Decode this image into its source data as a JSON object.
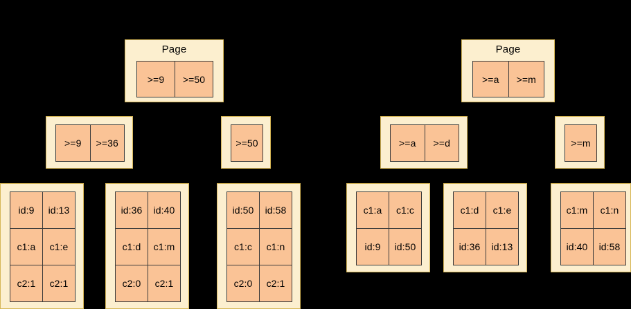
{
  "diagram": {
    "title_label": "Page",
    "background": "#000000",
    "node_fill": "#FCEFCF",
    "node_border": "#D6B656",
    "cell_fill": "#FAC396",
    "cell_border": "#3A3A3A",
    "edge_color": "#000000"
  },
  "trees": [
    {
      "name": "primary-index-tree",
      "root": {
        "id": "left-root",
        "title": "Page",
        "cells": [
          "&gt;=9",
          "&gt;=50"
        ]
      },
      "internal": [
        {
          "id": "left-inner-1",
          "cells": [
            "&gt;=9",
            "&gt;=36"
          ]
        },
        {
          "id": "left-inner-2",
          "cells": [
            "&gt;=50"
          ]
        }
      ],
      "leaves": [
        {
          "id": "left-leaf-1",
          "rows": [
            [
              "id:9",
              "id:13"
            ],
            [
              "c1:a",
              "c1:e"
            ],
            [
              "c2:1",
              "c2:1"
            ]
          ]
        },
        {
          "id": "left-leaf-2",
          "rows": [
            [
              "id:36",
              "id:40"
            ],
            [
              "c1:d",
              "c1:m"
            ],
            [
              "c2:0",
              "c2:1"
            ]
          ]
        },
        {
          "id": "left-leaf-3",
          "rows": [
            [
              "id:50",
              "id:58"
            ],
            [
              "c1:c",
              "c1:n"
            ],
            [
              "c2:0",
              "c2:1"
            ]
          ]
        }
      ]
    },
    {
      "name": "secondary-index-tree",
      "root": {
        "id": "right-root",
        "title": "Page",
        "cells": [
          "&gt;=a",
          "&gt;=m"
        ]
      },
      "internal": [
        {
          "id": "right-inner-1",
          "cells": [
            "&gt;=a",
            "&gt;=d"
          ]
        },
        {
          "id": "right-inner-2",
          "cells": [
            "&gt;=m"
          ]
        }
      ],
      "leaves": [
        {
          "id": "right-leaf-1",
          "rows": [
            [
              "c1:a",
              "c1:c"
            ],
            [
              "id:9",
              "id:50"
            ]
          ]
        },
        {
          "id": "right-leaf-2",
          "rows": [
            [
              "c1:d",
              "c1:e"
            ],
            [
              "id:36",
              "id:13"
            ]
          ]
        },
        {
          "id": "right-leaf-3",
          "rows": [
            [
              "c1:m",
              "c1:n"
            ],
            [
              "id:40",
              "id:58"
            ]
          ]
        }
      ]
    }
  ],
  "labels": {
    "left_root_title": "Page",
    "left_root_c0": ">=9",
    "left_root_c1": ">=50",
    "left_in1_c0": ">=9",
    "left_in1_c1": ">=36",
    "left_in2_c0": ">=50",
    "l1_r0c0": "id:9",
    "l1_r0c1": "id:13",
    "l1_r1c0": "c1:a",
    "l1_r1c1": "c1:e",
    "l1_r2c0": "c2:1",
    "l1_r2c1": "c2:1",
    "l2_r0c0": "id:36",
    "l2_r0c1": "id:40",
    "l2_r1c0": "c1:d",
    "l2_r1c1": "c1:m",
    "l2_r2c0": "c2:0",
    "l2_r2c1": "c2:1",
    "l3_r0c0": "id:50",
    "l3_r0c1": "id:58",
    "l3_r1c0": "c1:c",
    "l3_r1c1": "c1:n",
    "l3_r2c0": "c2:0",
    "l3_r2c1": "c2:1",
    "right_root_title": "Page",
    "right_root_c0": ">=a",
    "right_root_c1": ">=m",
    "right_in1_c0": ">=a",
    "right_in1_c1": ">=d",
    "right_in2_c0": ">=m",
    "r1_r0c0": "c1:a",
    "r1_r0c1": "c1:c",
    "r1_r1c0": "id:9",
    "r1_r1c1": "id:50",
    "r2_r0c0": "c1:d",
    "r2_r0c1": "c1:e",
    "r2_r1c0": "id:36",
    "r2_r1c1": "id:13",
    "r3_r0c0": "c1:m",
    "r3_r0c1": "c1:n",
    "r3_r1c0": "id:40",
    "r3_r1c1": "id:58"
  }
}
